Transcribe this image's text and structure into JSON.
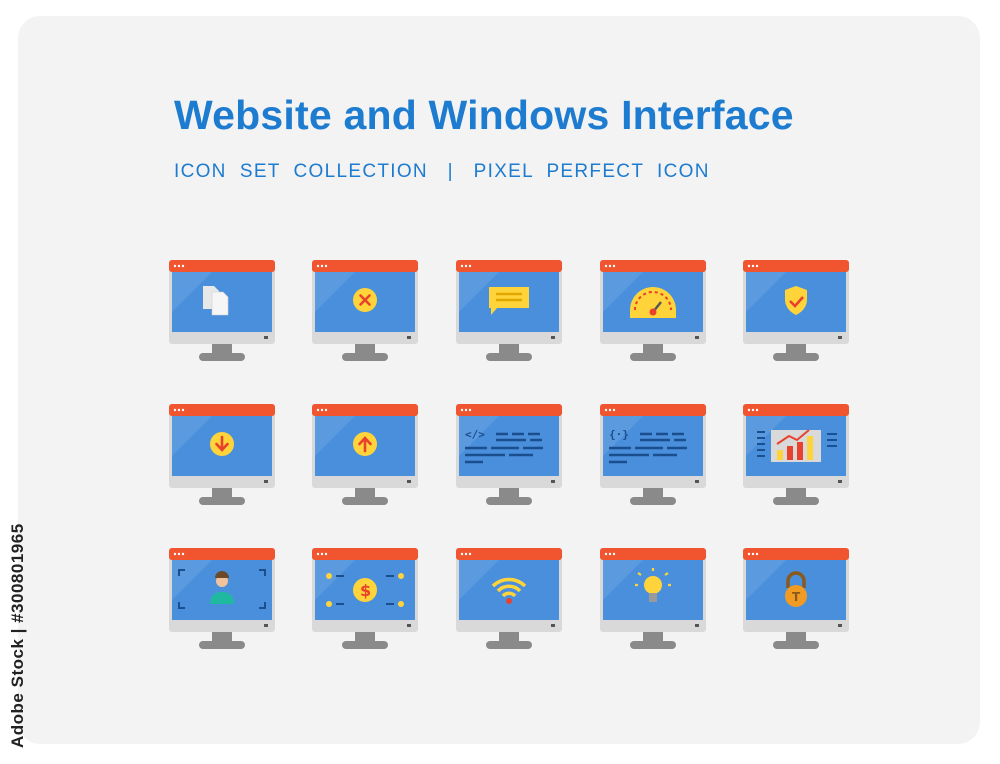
{
  "header": {
    "title": "Website and Windows Interface",
    "subtitle": "ICON  SET  COLLECTION   |   PIXEL  PERFECT  ICON"
  },
  "stock_id": "Adobe Stock | #300801965",
  "colors": {
    "accent": "#1d7bd0",
    "titlebar": "#f0552f",
    "screen": "#4a8fdc",
    "bezel": "#d9d9d9",
    "stand": "#8a8a8a",
    "yellow": "#ffd43b",
    "red": "#e8412c"
  },
  "icons": [
    {
      "name": "copy-documents-icon"
    },
    {
      "name": "close-error-icon"
    },
    {
      "name": "chat-message-icon"
    },
    {
      "name": "speedometer-dashboard-icon"
    },
    {
      "name": "security-shield-icon"
    },
    {
      "name": "download-arrow-icon"
    },
    {
      "name": "upload-arrow-icon"
    },
    {
      "name": "html-code-icon"
    },
    {
      "name": "css-code-icon"
    },
    {
      "name": "analytics-chart-icon"
    },
    {
      "name": "user-focus-icon"
    },
    {
      "name": "dollar-payment-icon"
    },
    {
      "name": "wifi-signal-icon"
    },
    {
      "name": "lightbulb-idea-icon"
    },
    {
      "name": "padlock-icon"
    }
  ]
}
